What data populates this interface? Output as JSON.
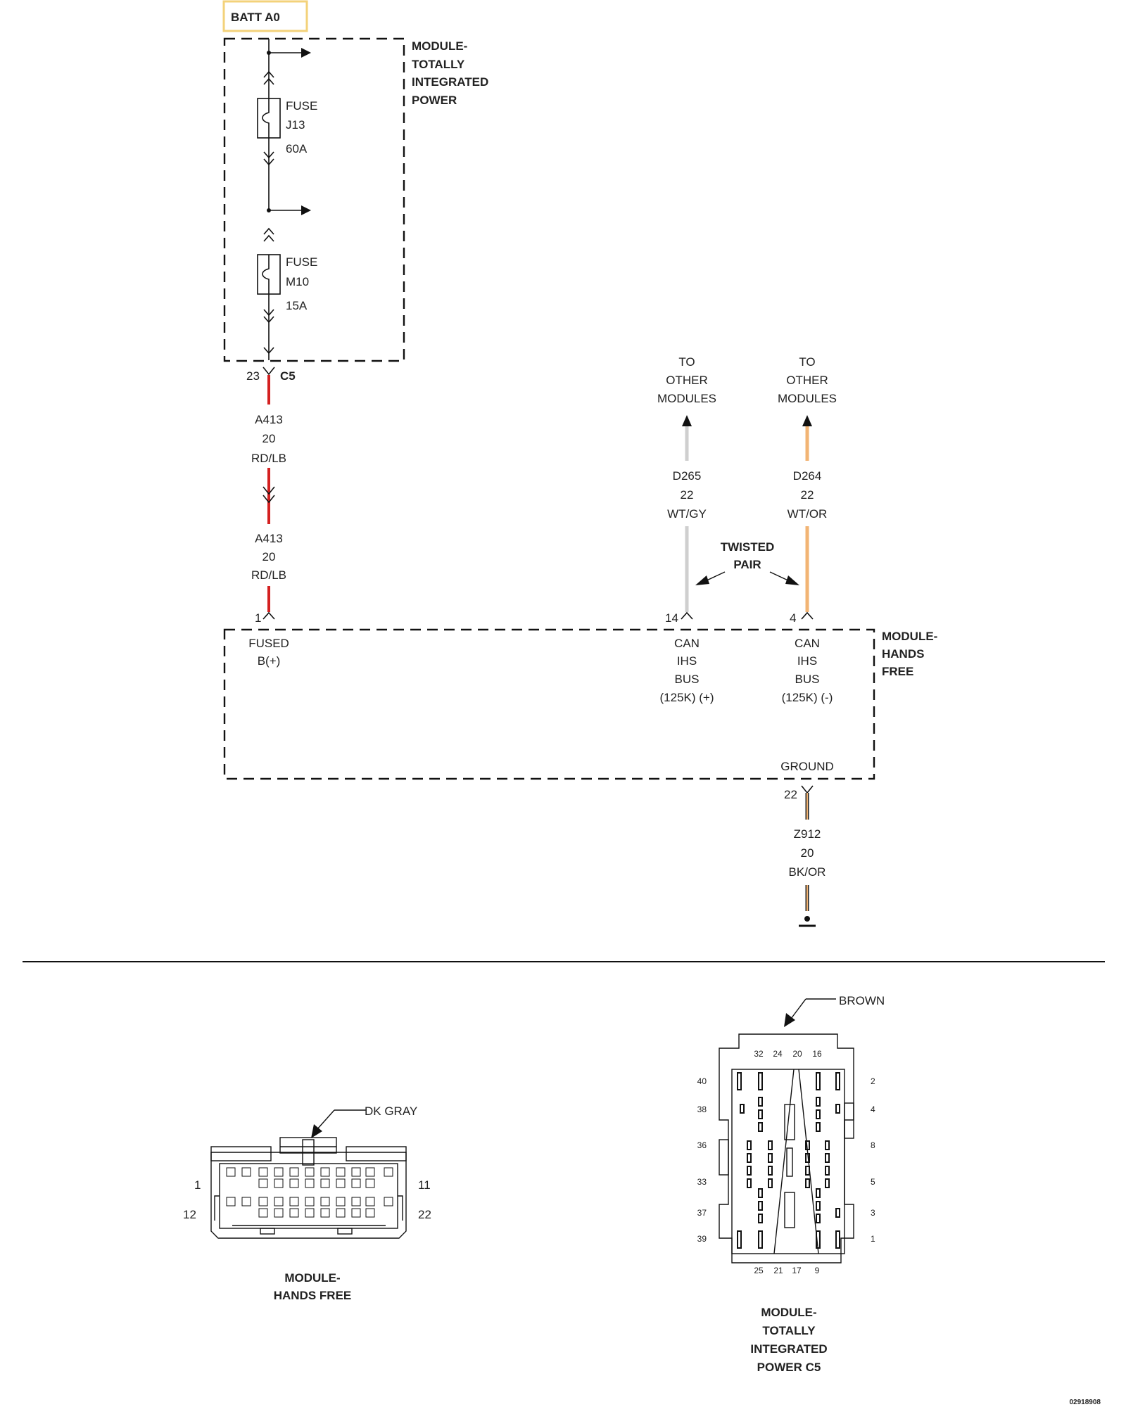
{
  "batt_label": "BATT A0",
  "tipm": {
    "title_lines": [
      "MODULE-",
      "TOTALLY",
      "INTEGRATED",
      "POWER"
    ],
    "fuse1": {
      "label": "FUSE",
      "id": "J13",
      "rating": "60A"
    },
    "fuse2": {
      "label": "FUSE",
      "id": "M10",
      "rating": "15A"
    },
    "connector_pin": "23",
    "connector_name": "C5"
  },
  "wires": {
    "a413_upper": [
      "A413",
      "20",
      "RD/LB"
    ],
    "a413_lower": [
      "A413",
      "20",
      "RD/LB"
    ],
    "d265": [
      "D265",
      "22",
      "WT/GY"
    ],
    "d264": [
      "D264",
      "22",
      "WT/OR"
    ],
    "z912": [
      "Z912",
      "20",
      "BK/OR"
    ],
    "colors": {
      "red": "#d42020",
      "gray": "#cfcfcf",
      "orange": "#f2b474",
      "black": "#222222"
    }
  },
  "to_other_modules_left": [
    "TO",
    "OTHER",
    "MODULES"
  ],
  "to_other_modules_right": [
    "TO",
    "OTHER",
    "MODULES"
  ],
  "twisted_pair": [
    "TWISTED",
    "PAIR"
  ],
  "hfm": {
    "title_lines": [
      "MODULE-",
      "HANDS",
      "FREE"
    ],
    "pin_fused": "1",
    "fused_label": [
      "FUSED",
      "B(+)"
    ],
    "pin_can_plus": "14",
    "can_plus_label": [
      "CAN",
      "IHS",
      "BUS",
      "(125K) (+)"
    ],
    "pin_can_minus": "4",
    "can_minus_label": [
      "CAN",
      "IHS",
      "BUS",
      "(125K) (-)"
    ],
    "ground_label": "GROUND",
    "pin_ground": "22"
  },
  "hfm_connector": {
    "color_label": "DK GRAY",
    "pins": {
      "top_left": "1",
      "top_right": "11",
      "bottom_left": "12",
      "bottom_right": "22"
    },
    "caption": [
      "MODULE-",
      "HANDS FREE"
    ]
  },
  "tipm_connector": {
    "color_label": "BROWN",
    "top_pins": [
      "32",
      "24",
      "20",
      "16"
    ],
    "bottom_pins": [
      "25",
      "21",
      "17",
      "9"
    ],
    "left_pins": [
      "40",
      "38",
      "36",
      "33",
      "37",
      "39"
    ],
    "right_pins": [
      "2",
      "4",
      "8",
      "5",
      "3",
      "1"
    ],
    "caption": [
      "MODULE-",
      "TOTALLY",
      "INTEGRATED",
      "POWER C5"
    ]
  },
  "figure_id": "02918908"
}
